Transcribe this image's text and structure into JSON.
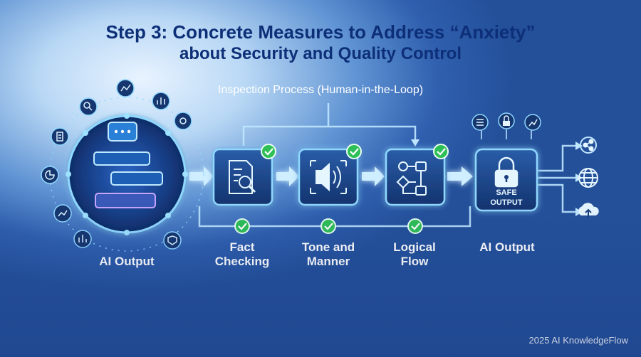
{
  "title": {
    "line1": "Step 3: Concrete Measures to Address “Anxiety”",
    "line2": "about Security and Quality Control"
  },
  "subtitle": "Inspection Process (Human-in-the-Loop)",
  "nodes": {
    "ai_input": {
      "label": "AI Output",
      "icon": "chat-bubbles-icon"
    },
    "fact": {
      "label_line1": "Fact",
      "label_line2": "Checking",
      "icon": "document-magnifier-icon"
    },
    "tone": {
      "label_line1": "Tone and",
      "label_line2": "Manner",
      "icon": "speaker-icon"
    },
    "logic": {
      "label_line1": "Logical",
      "label_line2": "Flow",
      "icon": "flowchart-icon"
    },
    "ai_output": {
      "label": "AI Output",
      "badge_line1": "SAFE",
      "badge_line2": "OUTPUT",
      "icon": "padlock-icon"
    }
  },
  "footer": "2025 AI KnowledgeFlow",
  "colors": {
    "title": "#0d2f78",
    "check": "#2fbf57",
    "glow": "#7fd0ff",
    "box": "#1a3f7d"
  }
}
